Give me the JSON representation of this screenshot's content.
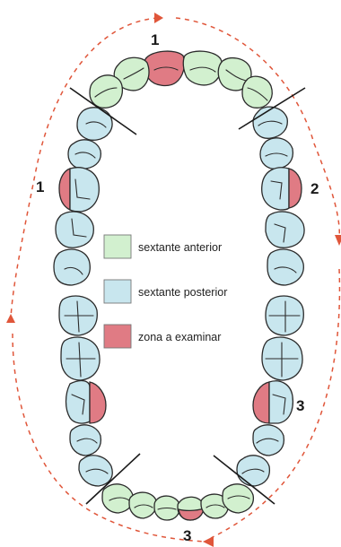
{
  "sextant_labels": {
    "top": "1",
    "left": "1",
    "right": "2",
    "lower_right": "3",
    "bottom": "3"
  },
  "legend": [
    {
      "label": "sextante anterior",
      "color": "#d2f0cf"
    },
    {
      "label": "sextante posterior",
      "color": "#c8e6ee"
    },
    {
      "label": "zona a examinar",
      "color": "#e07b84"
    }
  ],
  "colors": {
    "anterior": "#d2f0cf",
    "posterior": "#c8e6ee",
    "exam": "#e07b84",
    "arrow": "#e0563a",
    "outline": "#2b2b2b"
  }
}
